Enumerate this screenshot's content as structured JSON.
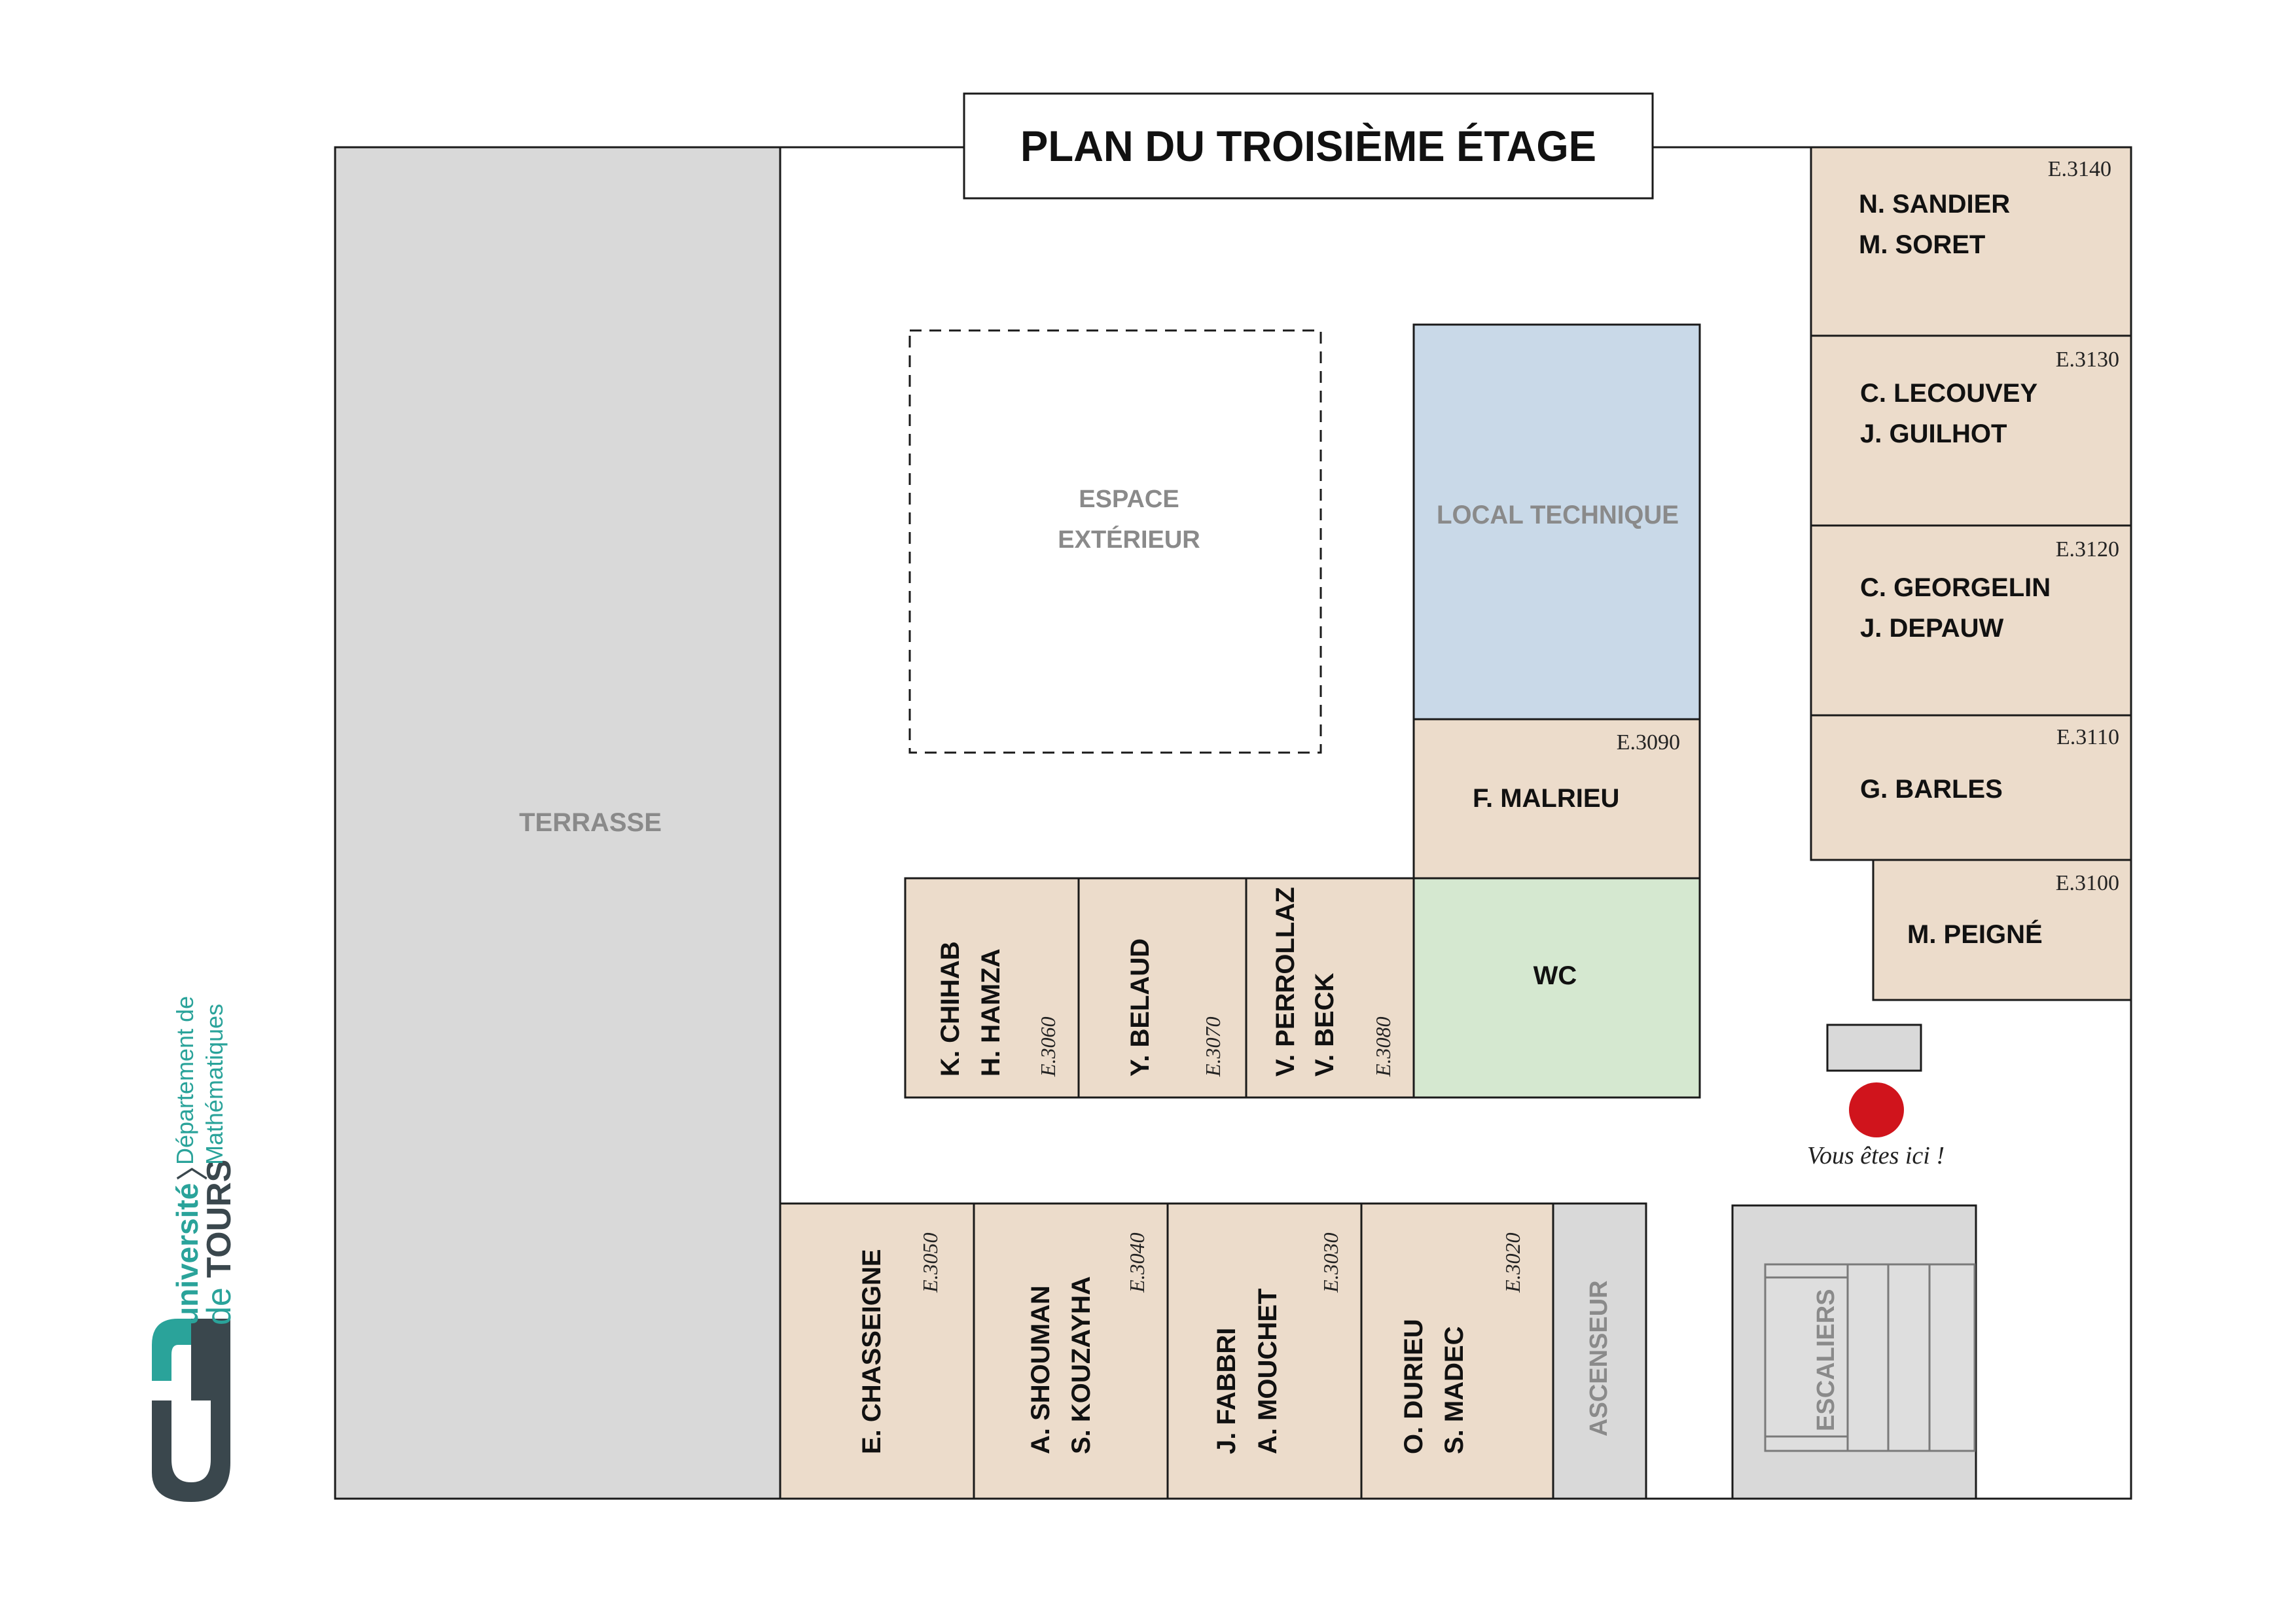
{
  "title": "PLAN DU TROISIÈME ÉTAGE",
  "colors": {
    "office": "#ecdccb",
    "terrace": "#d9d9d9",
    "technical": "#c9d9e8",
    "wc": "#d5e8d0",
    "service": "#d9d9d9",
    "outline": "#1a1a1a",
    "label_grey": "#8a8a8a",
    "marker": "#d0141c",
    "brand_teal": "#2aa39a",
    "brand_dark": "#3a474d"
  },
  "areas": {
    "terrasse": "TERRASSE",
    "espace_line1": "ESPACE",
    "espace_line2": "EXTÉRIEUR",
    "local_technique": "LOCAL TECHNIQUE",
    "wc": "WC",
    "ascenseur": "ASCENSEUR",
    "escaliers": "ESCALIERS"
  },
  "offices": {
    "e3140": {
      "number": "E.3140",
      "line1": "N. SANDIER",
      "line2": "M. SORET"
    },
    "e3130": {
      "number": "E.3130",
      "line1": "C. LECOUVEY",
      "line2": "J. GUILHOT"
    },
    "e3120": {
      "number": "E.3120",
      "line1": "C. GEORGELIN",
      "line2": "J. DEPAUW"
    },
    "e3110": {
      "number": "E.3110",
      "line1": "G. BARLES"
    },
    "e3100": {
      "number": "E.3100",
      "line1": "M. PEIGNÉ"
    },
    "e3090": {
      "number": "E.3090",
      "line1": "F. MALRIEU"
    },
    "e3080": {
      "number": "E.3080",
      "line1": "V. PERROLLAZ",
      "line2": "V. BECK"
    },
    "e3070": {
      "number": "E.3070",
      "line1": "Y. BELAUD"
    },
    "e3060": {
      "number": "E.3060",
      "line1": "K. CHIHAB",
      "line2": "H. HAMZA"
    },
    "e3050": {
      "number": "E.3050",
      "line1": "E. CHASSEIGNE"
    },
    "e3040": {
      "number": "E.3040",
      "line1": "A. SHOUMAN",
      "line2": "S. KOUZAYHA"
    },
    "e3030": {
      "number": "E.3030",
      "line1": "J. FABBRI",
      "line2": "A. MOUCHET"
    },
    "e3020": {
      "number": "E.3020",
      "line1": "O. DURIEU",
      "line2": "S. MADEC"
    }
  },
  "you_are_here": "Vous êtes ici !",
  "logo": {
    "line1": "université",
    "line2a": "de ",
    "line2b": "TOURS",
    "dept1": "Département de",
    "dept2": "Mathématiques"
  }
}
